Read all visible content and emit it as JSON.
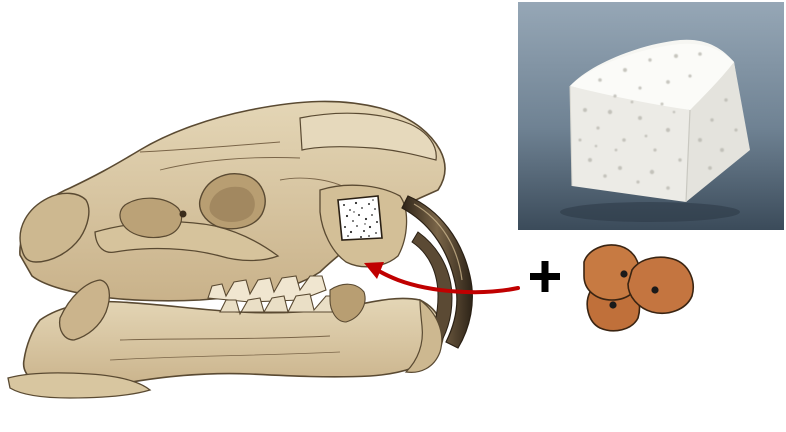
{
  "colors": {
    "bone_fill": "#d8c6a0",
    "bone_shade": "#a8926a",
    "bone_line": "#5a4a32",
    "tooth_dark": "#4a3a28",
    "arrow": "#c00000",
    "plus": "#000000",
    "cell_fill": "#c0703a",
    "cell_stroke": "#3a2412",
    "nucleus": "#1a1a1a",
    "photo_bg_top": "#8e9fae",
    "photo_bg_bottom": "#3f5060",
    "scaffold": "#f2f2ef",
    "defect_fill": "#ffffff"
  },
  "icons": {
    "skull": "rat-skull-illustration",
    "defect": "calvarial-defect-graft",
    "photo": "porous-scaffold-photo",
    "arrow": "red-curved-arrow",
    "plus": "plus-sign",
    "cells": "cell-cluster"
  }
}
